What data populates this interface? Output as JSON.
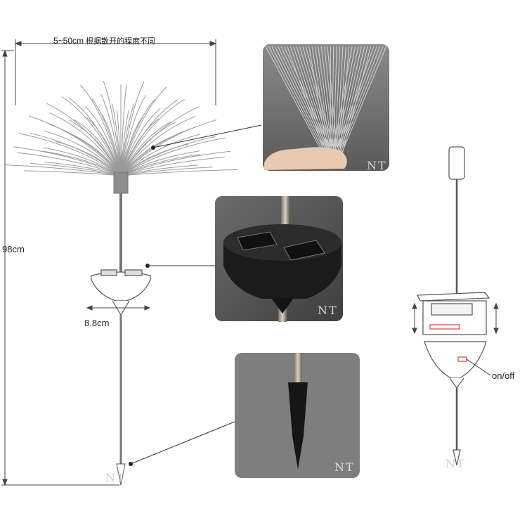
{
  "diagram": {
    "width_label": "5~50cm",
    "width_note": "根据散开的程度不同",
    "height_label": "98cm",
    "base_width_label": "8.8cm",
    "switch_label": "on/off",
    "watermark": "NT"
  },
  "colors": {
    "photo_dark": "#3c3c3c",
    "photo_medium": "#6f6f6f",
    "fiber": "#9a9a9a",
    "outline": "#555555"
  }
}
